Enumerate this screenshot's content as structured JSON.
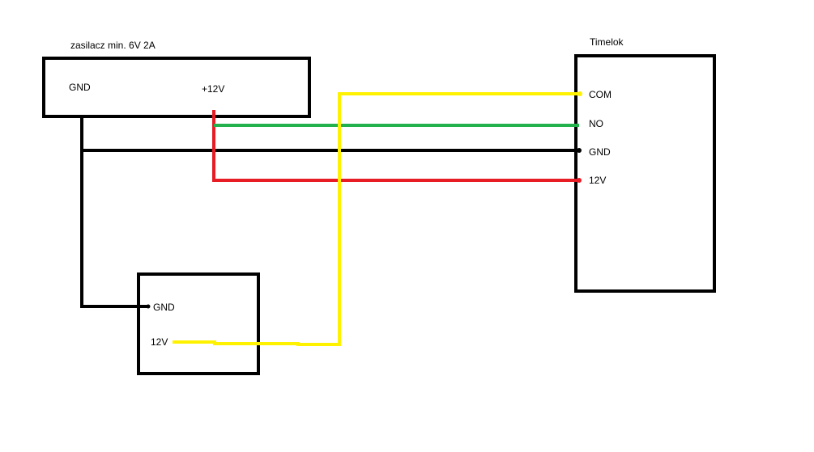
{
  "colors": {
    "background": "#ffffff",
    "outline": "#000000",
    "wire_black": "#000000",
    "wire_red": "#e81c24",
    "wire_green": "#22b14c",
    "wire_yellow": "#fff200"
  },
  "power_supply": {
    "title": "zasilacz min. 6V 2A",
    "gnd_label": "GND",
    "plus_label": "+12V"
  },
  "timelok": {
    "title": "Timelok",
    "com_label": "COM",
    "no_label": "NO",
    "gnd_label": "GND",
    "v12_label": "12V"
  },
  "device": {
    "gnd_label": "GND",
    "v12_label": "12V"
  }
}
